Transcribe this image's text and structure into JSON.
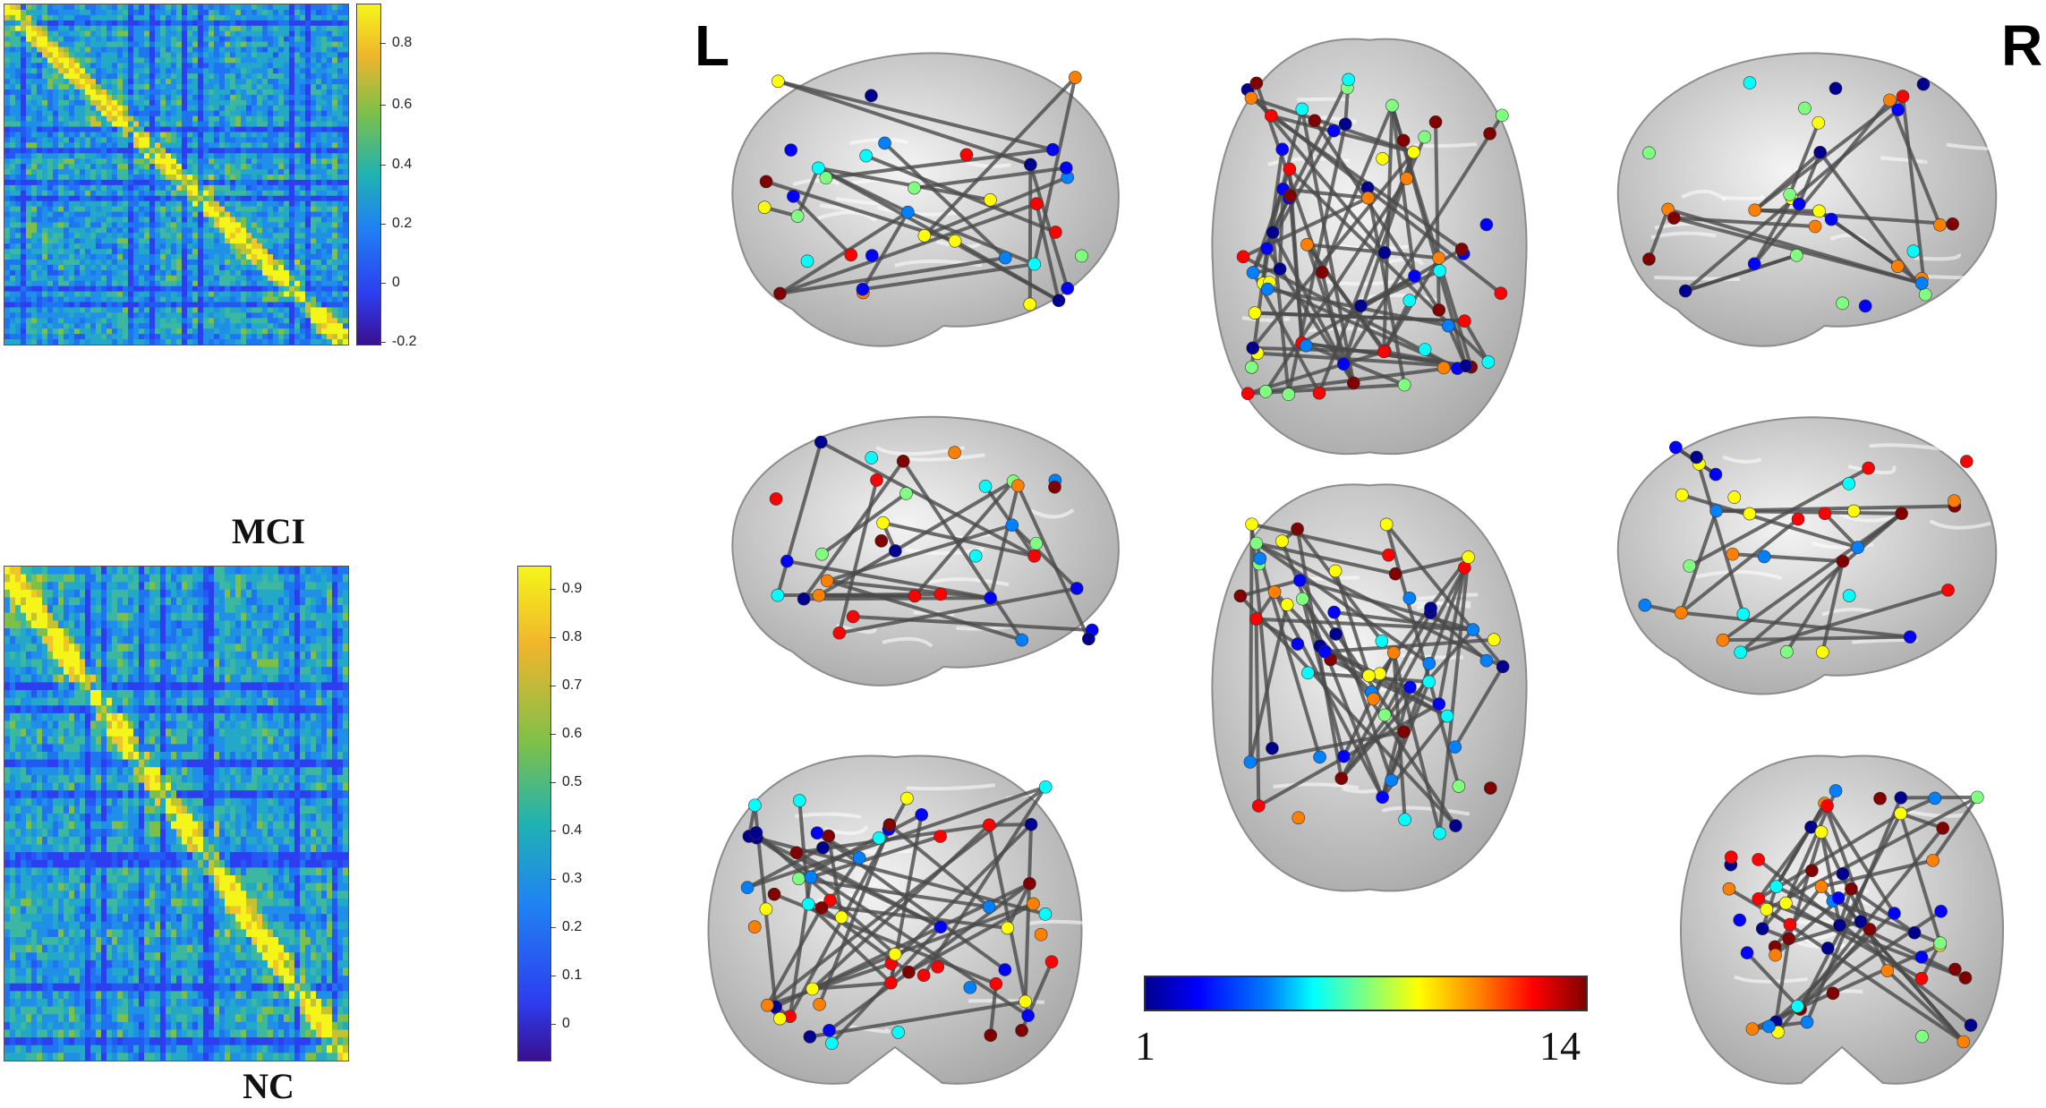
{
  "matrices": {
    "mci": {
      "label": "MCI",
      "colorbar_ticks": [
        "0.8",
        "0.6",
        "0.4",
        "0.2",
        "0",
        "-0.2"
      ]
    },
    "nc": {
      "label": "NC",
      "colorbar_ticks": [
        "0.9",
        "0.8",
        "0.7",
        "0.6",
        "0.5",
        "0.4",
        "0.3",
        "0.2",
        "0.1",
        "0"
      ]
    }
  },
  "hemisphere_labels": {
    "left": "L",
    "right": "R"
  },
  "node_colorbar": {
    "min_label": "1",
    "max_label": "14",
    "colors": [
      "#00008f",
      "#0000ff",
      "#0080ff",
      "#00ffff",
      "#80ff80",
      "#ffff00",
      "#ff8000",
      "#ff0000",
      "#800000"
    ]
  },
  "views": [
    {
      "id": "left-lateral-top",
      "name": "left-lateral-view-1"
    },
    {
      "id": "left-lateral-mid",
      "name": "left-lateral-view-2"
    },
    {
      "id": "front",
      "name": "coronal-front-view"
    },
    {
      "id": "axial-top",
      "name": "axial-top-view"
    },
    {
      "id": "axial-bottom",
      "name": "axial-bottom-view"
    },
    {
      "id": "right-lateral-top",
      "name": "right-lateral-view-1"
    },
    {
      "id": "right-lateral-mid",
      "name": "right-lateral-view-2"
    },
    {
      "id": "back",
      "name": "coronal-back-view"
    }
  ]
}
